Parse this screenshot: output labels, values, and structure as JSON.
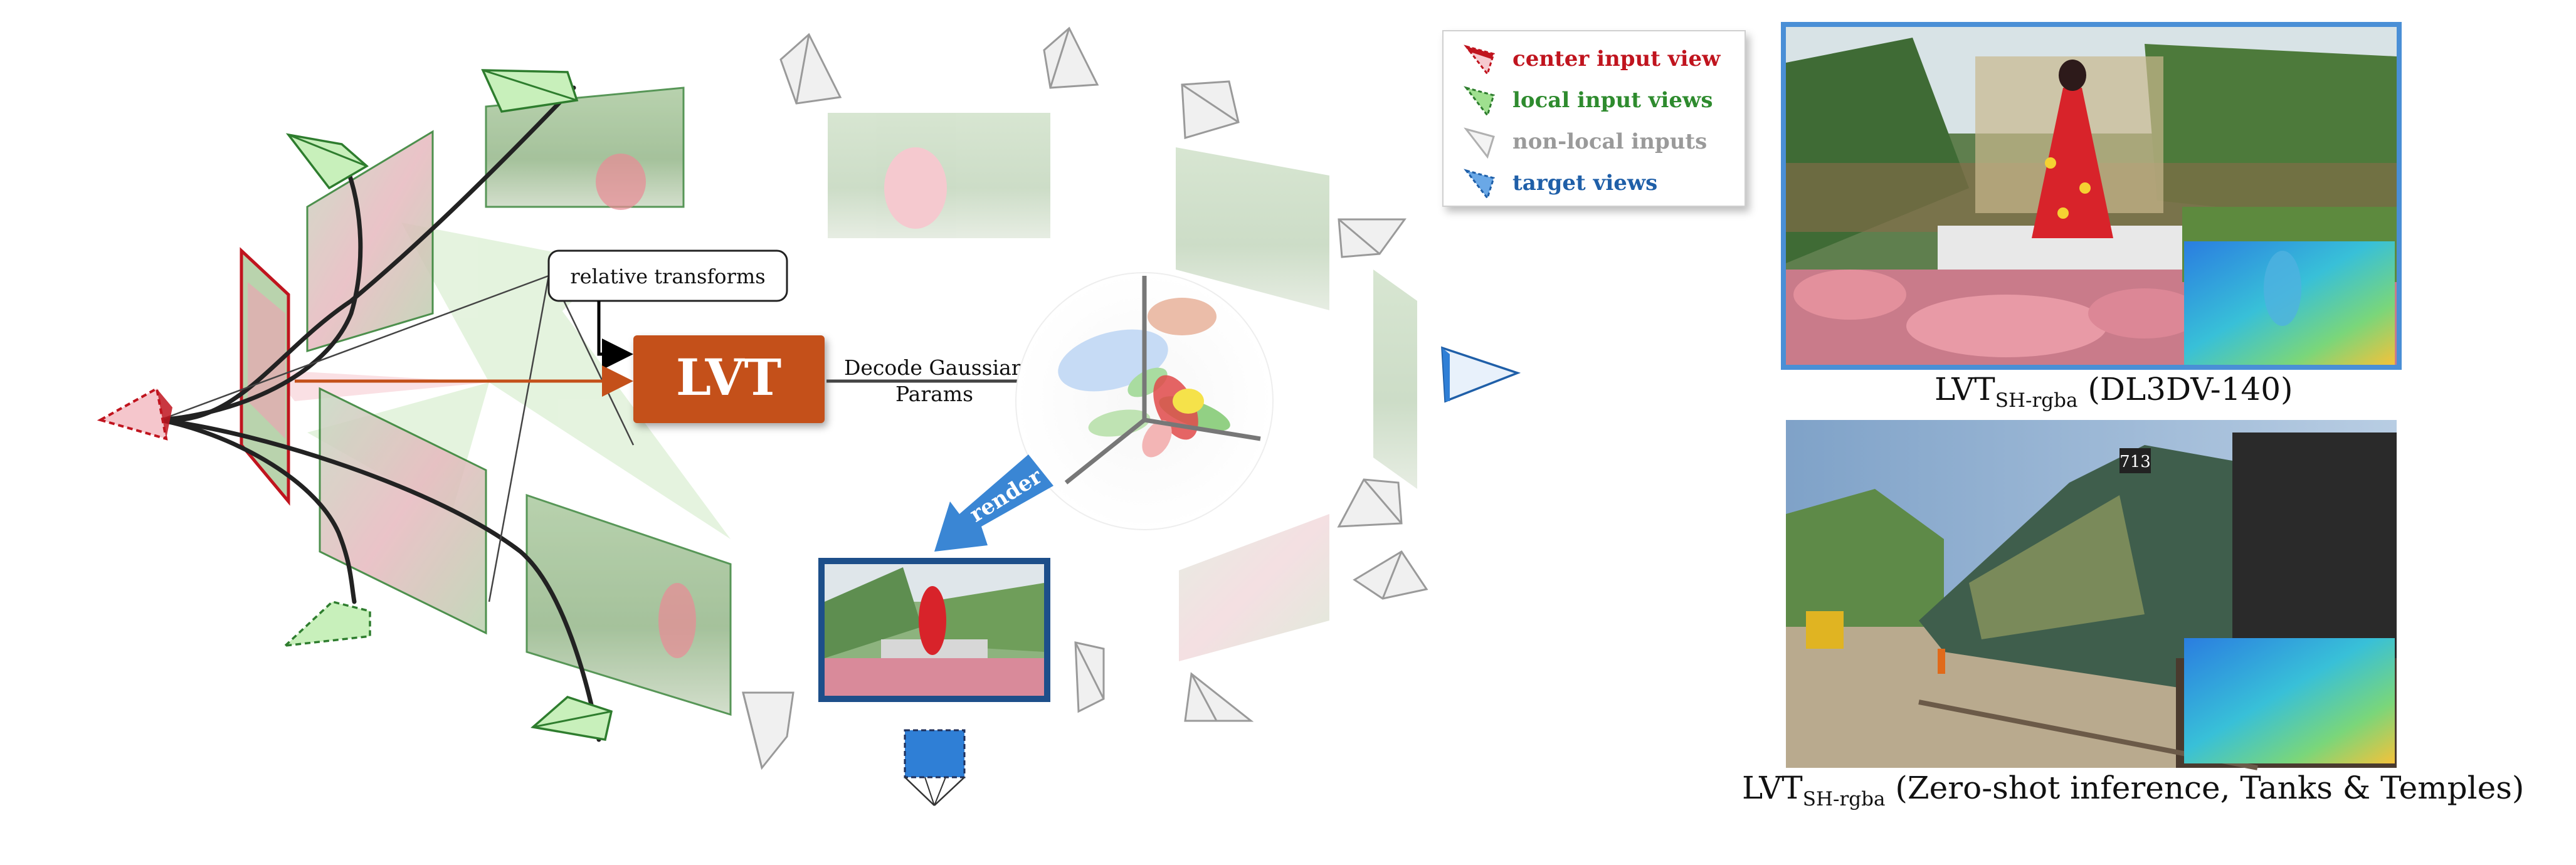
{
  "labels": {
    "relative_transforms": "relative transforms",
    "lvt": "LVT",
    "decode_line1": "Decode Gaussian",
    "decode_line2": "Params",
    "render": "render"
  },
  "legend": {
    "items": [
      {
        "label": "center input view",
        "color": "#c0141e"
      },
      {
        "label": "local input views",
        "color": "#2e8b2e"
      },
      {
        "label": "non-local inputs",
        "color": "#9a9a9a"
      },
      {
        "label": "target views",
        "color": "#1f5fa8"
      }
    ]
  },
  "captions": {
    "top": {
      "main": "LVT",
      "sub": "SH-rgba",
      "rest": " (DL3DV-140)"
    },
    "bottom": {
      "main": "LVT",
      "sub": "SH-rgba",
      "rest": " (Zero-shot inference, Tanks & Temples)"
    }
  },
  "train_number": "713",
  "colors": {
    "center": "#c0141e",
    "local": "#2e7d2e",
    "local_fill": "#b6e8a8",
    "nonlocal": "#b0b0b0",
    "target": "#2f7fd6",
    "lvt_box": "#c4501a",
    "render_arrow": "#3a86d4",
    "target_frame": "#1d4f8a",
    "photo_frame": "#4a8fd6"
  }
}
